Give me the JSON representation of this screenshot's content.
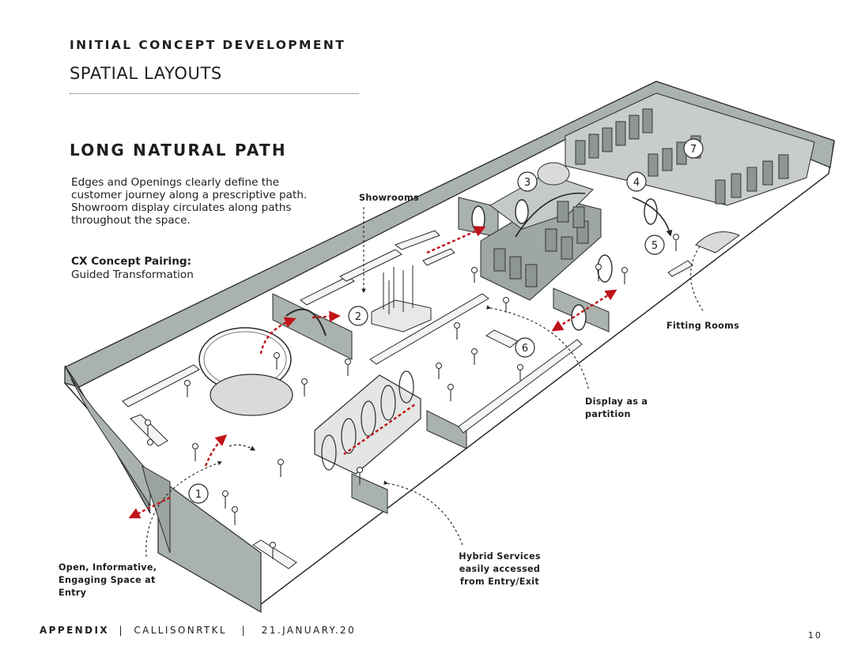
{
  "header": {
    "label": "INITIAL CONCEPT DEVELOPMENT",
    "title": "SPATIAL LAYOUTS"
  },
  "section": {
    "title": "LONG NATURAL PATH",
    "description": "Edges and Openings clearly define the customer journey along a prescriptive path. Showroom display circulates along paths throughout the space.",
    "pairing_label": "CX Concept Pairing:",
    "pairing_value": "Guided Transformation"
  },
  "annotations": {
    "showrooms": "Showrooms",
    "fitting_rooms": "Fitting Rooms",
    "display_partition": "Display as a partition",
    "hybrid_services": "Hybrid Services easily accessed from Entry/Exit",
    "entry_space": "Open, Informative, Engaging Space at Entry"
  },
  "markers": [
    "1",
    "2",
    "3",
    "4",
    "5",
    "6",
    "7"
  ],
  "footer": {
    "appendix": "APPENDIX",
    "company": "CALLISONRTKL",
    "date": "21.JANUARY.20",
    "sep": "|"
  },
  "page_number": "10",
  "colors": {
    "wall": "#a9b2ac",
    "wall_dark": "#8b948f",
    "floor": "#ffffff",
    "line": "#2a2a2a",
    "arrow": "#c0131a"
  }
}
